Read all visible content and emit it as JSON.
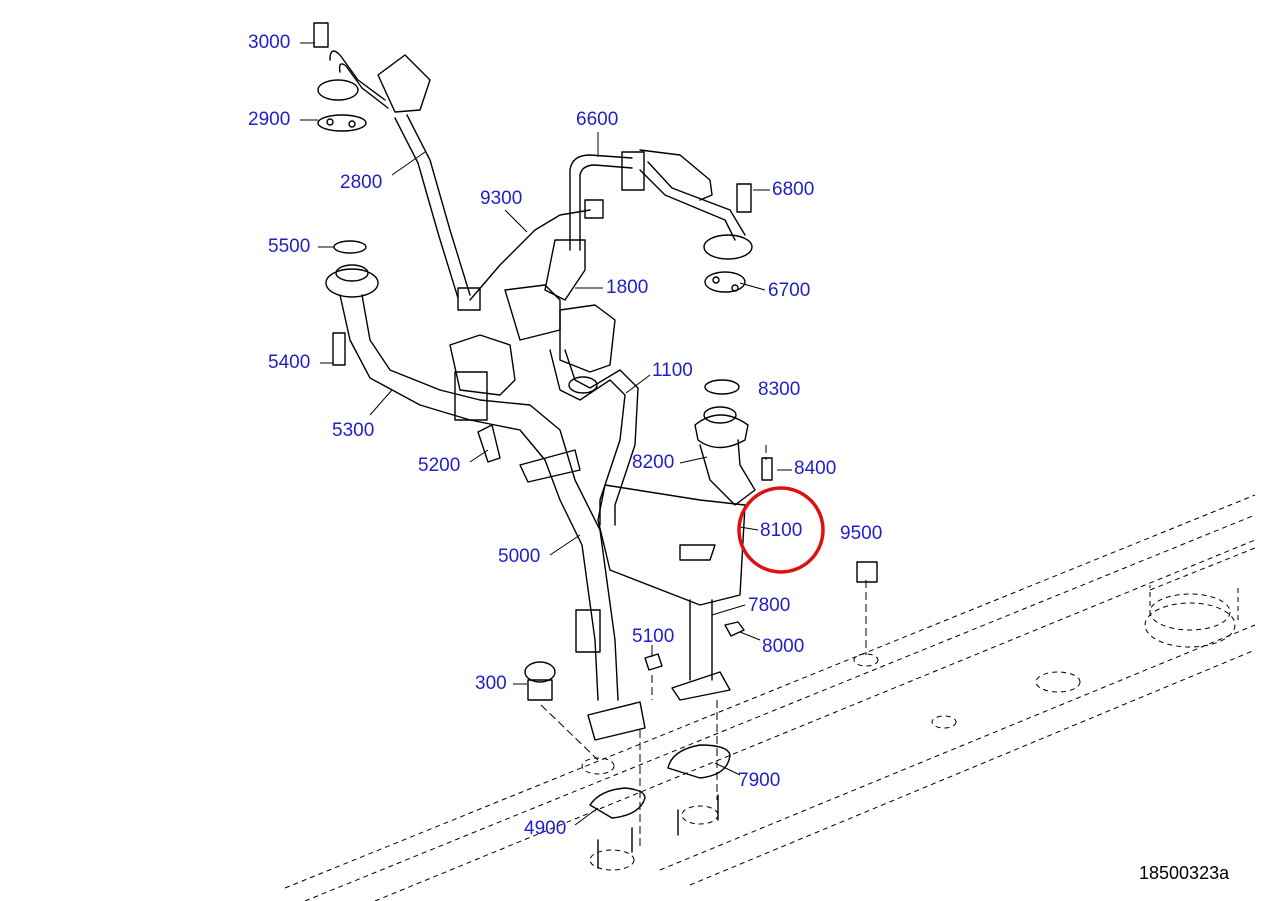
{
  "drawing": {
    "code": "18500323a",
    "highlighted_part": "8100",
    "highlight_color": "#e01010",
    "label_color": "#1f1fc8",
    "line_color": "#000000"
  },
  "callouts": [
    "3000",
    "2900",
    "2800",
    "6600",
    "9300",
    "6800",
    "5500",
    "1800",
    "6700",
    "5400",
    "1100",
    "8300",
    "5300",
    "8200",
    "8400",
    "5200",
    "8100",
    "9500",
    "5000",
    "7800",
    "5100",
    "8000",
    "300",
    "7900",
    "4900"
  ]
}
